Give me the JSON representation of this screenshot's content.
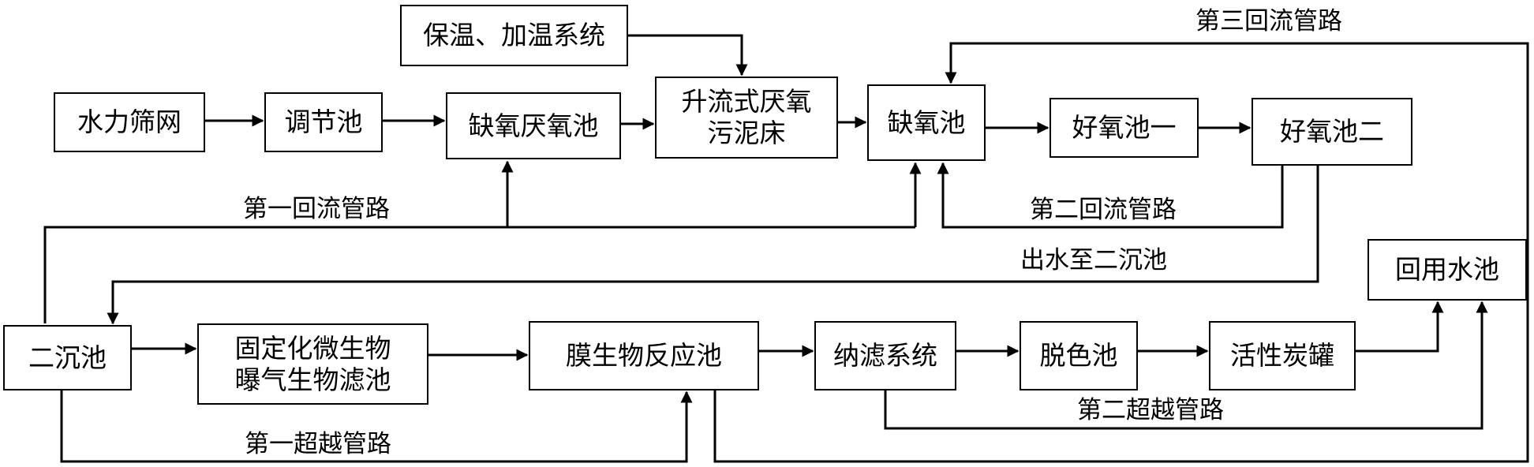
{
  "nodes": {
    "heating": "保温、加温系统",
    "screen": "水力筛网",
    "regulating": "调节池",
    "anoxic_anaerobic": "缺氧厌氧池",
    "uasb": "升流式厌氧\n污泥床",
    "anoxic": "缺氧池",
    "aerobic1": "好氧池一",
    "aerobic2": "好氧池二",
    "secondary_clarifier": "二沉池",
    "baf": "固定化微生物\n曝气生物滤池",
    "mbr": "膜生物反应池",
    "nanofiltration": "纳滤系统",
    "decolor": "脱色池",
    "carbon": "活性炭罐",
    "reuse": "回用水池"
  },
  "labels": {
    "reflux3": "第三回流管路",
    "reflux1": "第一回流管路",
    "reflux2": "第二回流管路",
    "to_clarifier": "出水至二沉池",
    "bypass2": "第二超越管路",
    "bypass1": "第一超越管路"
  }
}
